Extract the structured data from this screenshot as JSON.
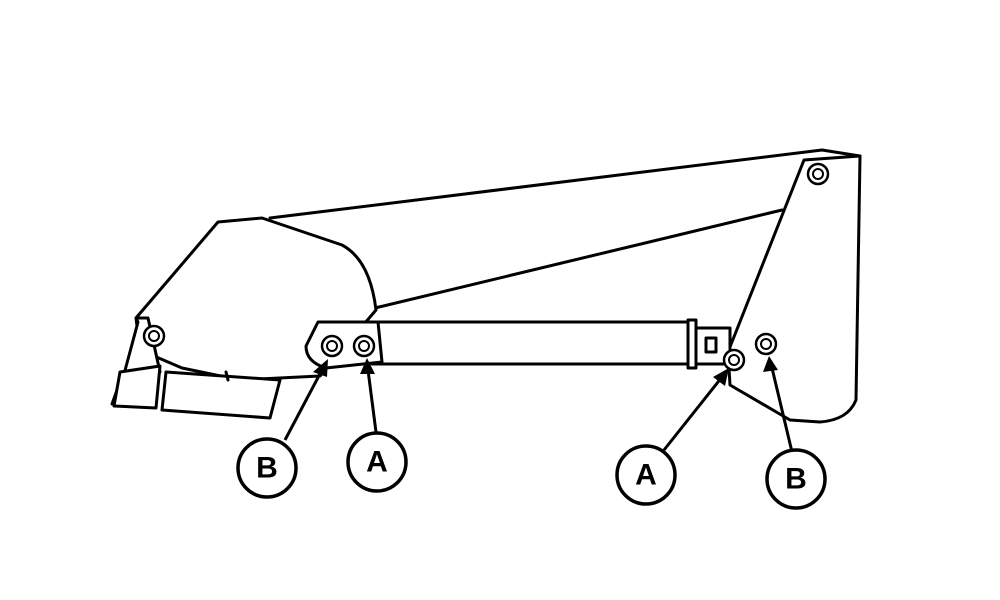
{
  "callouts": [
    {
      "id": "b-left",
      "label": "B"
    },
    {
      "id": "a-left",
      "label": "A"
    },
    {
      "id": "a-right",
      "label": "A"
    },
    {
      "id": "b-right",
      "label": "B"
    }
  ]
}
